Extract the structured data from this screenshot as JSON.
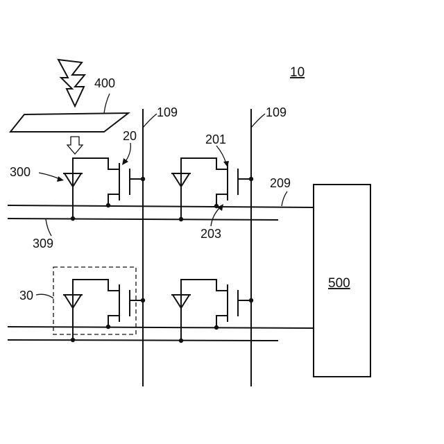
{
  "figure": {
    "device_label": "10",
    "labels": {
      "light_source": "400",
      "column_line_left": "109",
      "column_line_right": "109",
      "transistor": "20",
      "photodiode": "300",
      "gate_terminal": "201",
      "row_line": "209",
      "bias_line": "309",
      "source_terminal": "203",
      "pixel": "30",
      "controller": "500"
    }
  }
}
